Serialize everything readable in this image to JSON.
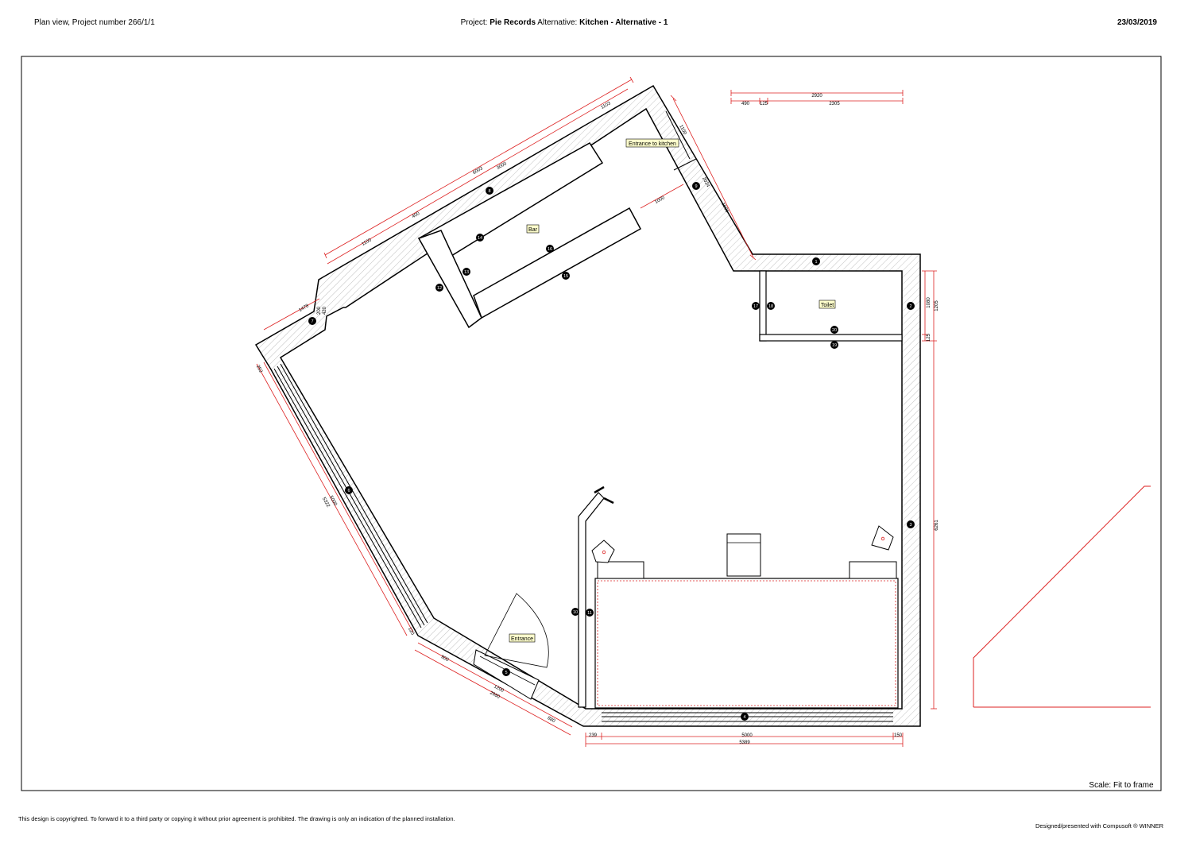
{
  "header": {
    "left": "Plan view, Project number 266/1/1",
    "project_label": "Project:",
    "project_name": "Pie Records",
    "alternative_label": "Alternative:",
    "alternative_name": "Kitchen - Alternative - 1",
    "date": "23/03/2019"
  },
  "rooms": {
    "bar": "Bar",
    "toilet": "Toilet",
    "entrance": "Entrance",
    "entrance_kitchen": "Entrance to kitchen"
  },
  "markers": [
    "1",
    "2",
    "3",
    "4",
    "5",
    "6",
    "7",
    "8",
    "9",
    "10",
    "11",
    "12",
    "13",
    "14",
    "15",
    "16",
    "17",
    "18",
    "19",
    "20"
  ],
  "dimensions": {
    "top_total": "2920",
    "top_a": "490",
    "top_b": "125",
    "top_c": "2305",
    "upper_left_total": "6003",
    "upper_left_a": "1100",
    "upper_left_b": "400",
    "upper_left_c": "3000",
    "upper_left_d": "1103",
    "upper_right_a": "1100",
    "upper_right_b": "2024",
    "upper_right_c": "1906",
    "bar_depth": "1000",
    "left_small": "1478",
    "left_tiny_a": "200",
    "left_tiny_b": "420",
    "left_wall_total": "5322",
    "left_wall_inner": "5000",
    "left_top": "252",
    "left_bottom": "120",
    "lower_total": "2980",
    "lower_a": "900",
    "lower_b": "1200",
    "lower_c": "880",
    "bottom_a": "239",
    "bottom_b": "5000",
    "bottom_c": "150",
    "bottom_total": "5389",
    "right_a": "1080",
    "right_b": "1205",
    "right_c": "125",
    "right_total": "6261"
  },
  "footer": {
    "copyright": "This design is copyrighted. To forward it to a third party or copying it without prior agreement is prohibited. The drawing is only an indication of the planned installation.",
    "credit": "Designed/presented with Compusoft ® WINNER",
    "scale": "Scale: Fit to frame"
  }
}
